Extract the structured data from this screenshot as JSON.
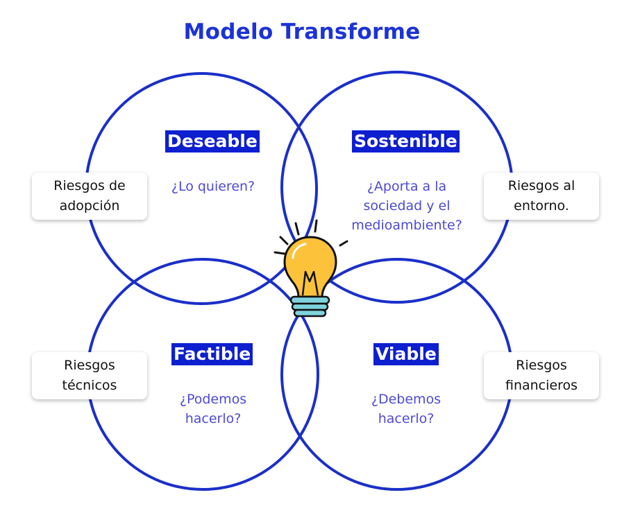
{
  "title": "Modelo Transforme",
  "colors": {
    "circle": "#1a2fc9",
    "label_bg": "#0d1fcf",
    "question": "#4d4bd4",
    "bulb": "#fcc23a",
    "bulb_base": "#7fd3dd"
  },
  "quadrants": [
    {
      "label": "Deseable",
      "question": "¿Lo quieren?",
      "risk": "Riesgos de\nadopción"
    },
    {
      "label": "Sostenible",
      "question": "¿Aporta a la\nsociedad y el\nmedioambiente?",
      "risk": "Riesgos al\nentorno."
    },
    {
      "label": "Factible",
      "question": "¿Podemos\nhacerlo?",
      "risk": "Riesgos\ntécnicos"
    },
    {
      "label": "Viable",
      "question": "¿Debemos\nhacerlo?",
      "risk": "Riesgos\nfinancieros"
    }
  ],
  "center_icon": "light-bulb-icon"
}
